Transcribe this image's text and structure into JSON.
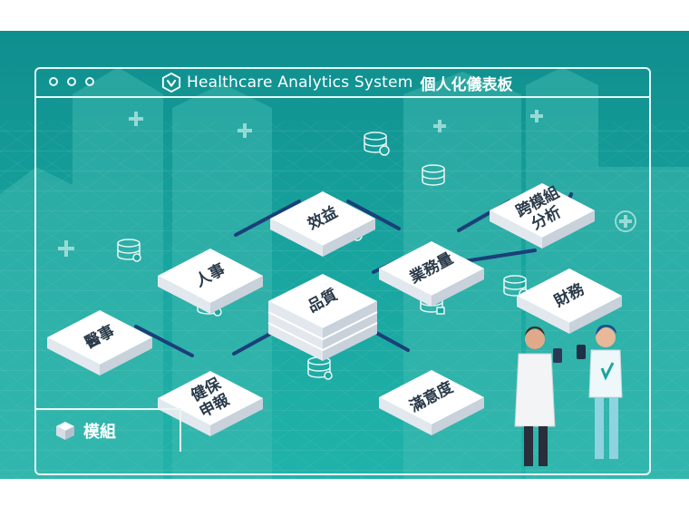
{
  "header": {
    "title": "Healthcare Analytics System",
    "title_cjk": "個人化儀表板"
  },
  "footer_tab": {
    "label": "模組"
  },
  "modules": {
    "yishi": "醫事",
    "renshi": "人事",
    "xiaoyi": "效益",
    "pinzhi": "品質",
    "jianbao": "健保申報",
    "yewuliang": "業務量",
    "kuamozu": "跨模組分析",
    "caiwu": "財務",
    "manyidu": "滿意度"
  },
  "colors": {
    "background": "#1aa39f",
    "tile_top": "#ffffff",
    "tile_side": "#dfe4ea",
    "connector": "#1b3f78",
    "frame": "#e6f7f5"
  },
  "icons": [
    "database-user-icon",
    "database-refresh-icon",
    "database-percent-icon",
    "database-sync-icon",
    "database-help-icon",
    "database-lock-icon",
    "database-dollar-icon",
    "database-search-icon",
    "cube-icon",
    "hexagon-logo-icon"
  ]
}
